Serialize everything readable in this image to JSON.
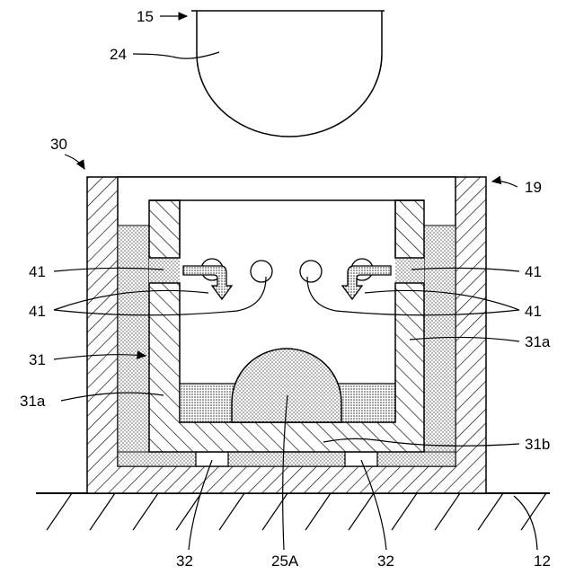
{
  "labels": {
    "l15": "15",
    "l24": "24",
    "l30": "30",
    "l19": "19",
    "l41a": "41",
    "l41b": "41",
    "l41c": "41",
    "l41d": "41",
    "l31": "31",
    "l31a_left": "31a",
    "l31a_right": "31a",
    "l31b": "31b",
    "l32_left": "32",
    "l25A": "25A",
    "l32_right": "32",
    "l12": "12"
  }
}
